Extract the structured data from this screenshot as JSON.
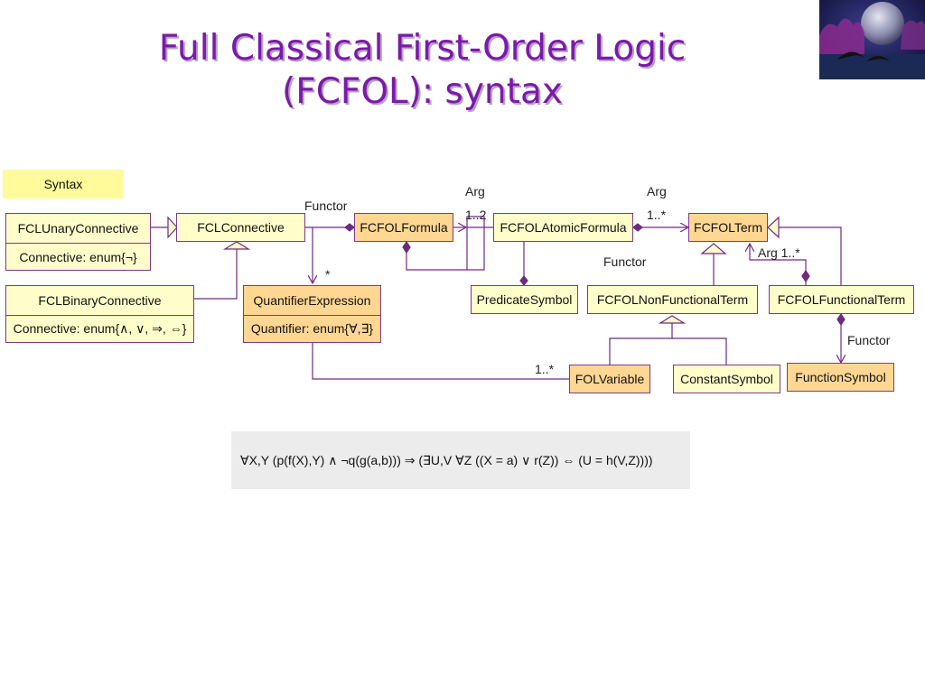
{
  "title": {
    "line1": "Full Classical First-Order Logic",
    "line2": "(FCFOL): syntax"
  },
  "syntax_tag": "Syntax",
  "classes": {
    "unary_connective": {
      "name": "FCLUnaryConnective",
      "attribute": "Connective: enum{¬}"
    },
    "connective": {
      "name": "FCLConnective"
    },
    "binary_connective": {
      "name": "FCLBinaryConnective",
      "attribute": "Connective: enum{∧, ∨, ⇒, ⇔}"
    },
    "formula": {
      "name": "FCFOLFormula"
    },
    "quantifier_expression": {
      "name": "QuantifierExpression",
      "attribute": "Quantifier: enum{∀,∃}"
    },
    "atomic_formula": {
      "name": "FCFOLAtomicFormula"
    },
    "predicate_symbol": {
      "name": "PredicateSymbol"
    },
    "term": {
      "name": "FCFOLTerm"
    },
    "non_functional_term": {
      "name": "FCFOLNonFunctionalTerm"
    },
    "functional_term": {
      "name": "FCFOLFunctionalTerm"
    },
    "fol_variable": {
      "name": "FOLVariable"
    },
    "constant_symbol": {
      "name": "ConstantSymbol"
    },
    "function_symbol": {
      "name": "FunctionSymbol"
    }
  },
  "labels": {
    "functor_connective": "Functor",
    "star": "*",
    "arg_1": "Arg",
    "mult_1_2": "1..2",
    "arg_2": "Arg",
    "mult_1_star": "1..*",
    "functor_predicate": "Functor",
    "arg_functional": "Arg 1..*",
    "functor_function": "Functor",
    "mult_variable": "1..*"
  },
  "example_formula": "∀X,Y (p(f(X),Y) ∧ ¬q(g(a,b))) ⇒ (∃U,V ∀Z ((X = a) ∨ r(Z)) ⇔ (U = h(V,Z))))",
  "colors": {
    "title": "#7b1aa8",
    "class_pale": "#fffdca",
    "class_orange": "#ffd793",
    "syntax_tag": "#fffb9b",
    "lines": "#6e2a82",
    "panel": "#ececec"
  }
}
